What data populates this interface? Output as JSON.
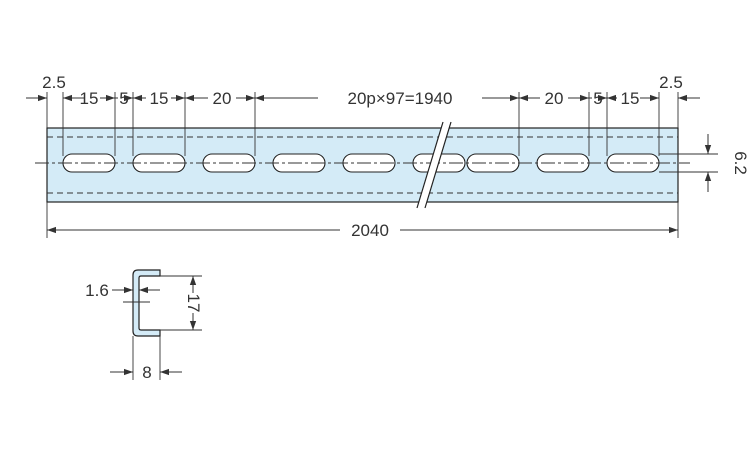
{
  "colors": {
    "rail_fill": "#d4ebf7",
    "slot_fill": "#ffffff",
    "line": "#333333"
  },
  "top_view": {
    "dim_end_offset_left": "2.5",
    "dim_end_offset_right": "2.5",
    "dim_slot_length_1": "15",
    "dim_gap": "5",
    "dim_slot_length_2": "15",
    "dim_pitch_left": "20",
    "dim_pitch_total": "20p×97=1940",
    "dim_pitch_right": "20",
    "dim_gap_right": "5",
    "dim_slot_length_right": "15",
    "dim_width": "6.2",
    "dim_overall_length": "2040"
  },
  "section_view": {
    "dim_thickness": "1.6",
    "dim_height": "17",
    "dim_depth": "8"
  }
}
